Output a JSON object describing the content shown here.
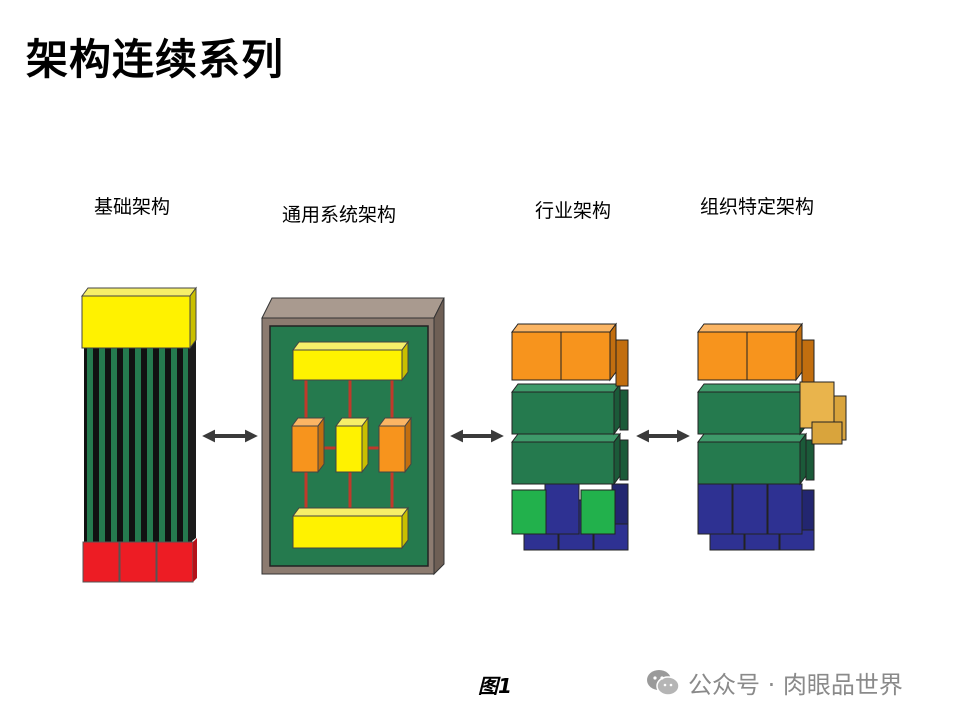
{
  "title": "架构连续系列",
  "labels": {
    "foundation": "基础架构",
    "common_systems": "通用系统架构",
    "industry": "行业架构",
    "organization": "组织特定架构"
  },
  "caption": "图1",
  "watermark": {
    "text": "公众号 · 肉眼品世界",
    "icon": "wechat-icon"
  },
  "colors": {
    "yellow": "#FFF200",
    "orange": "#F7941D",
    "dark_green": "#257A4E",
    "blue": "#2E3192",
    "red": "#ED1C24",
    "bright_green": "#22B14C",
    "frame_brown": "#8C7B70",
    "tan": "#E9B44C",
    "arrow": "#3a3a3a"
  }
}
